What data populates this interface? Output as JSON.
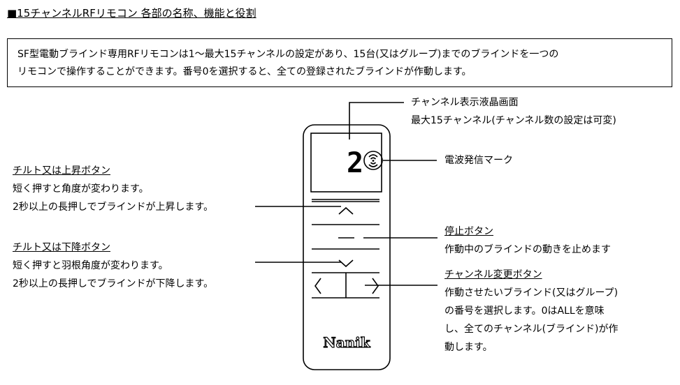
{
  "title": "■15チャンネルRFリモコン 各部の名称、機能と役割",
  "intro": {
    "line1": "SF型電動ブラインド専用RFリモコンは1～最大15チャンネルの設定があり、15台(又はグループ)までのブラインドを一つの",
    "line2": "リモコンで操作することができます。番号0を選択すると、全ての登録されたブラインドが作動します。"
  },
  "remote": {
    "channel_display": "2",
    "logo": "Nanik"
  },
  "annotations": {
    "lcd": {
      "title": "チャンネル表示液晶画面",
      "desc": "最大15チャンネル(チャンネル数の設定は可変)"
    },
    "signal": {
      "title": "電波発信マーク"
    },
    "up": {
      "title": "チルト又は上昇ボタン",
      "line1": "短く押すと角度が変わります。",
      "line2": "2秒以上の長押しでブラインドが上昇します。"
    },
    "down": {
      "title": "チルト又は下降ボタン",
      "line1": "短く押すと羽根角度が変わります。",
      "line2": "2秒以上の長押しでブラインドが下降します。"
    },
    "stop": {
      "title": "停止ボタン",
      "desc": "作動中のブラインドの動きを止めます"
    },
    "channel": {
      "title": "チャンネル変更ボタン",
      "line1": "作動させたいブラインド(又はグループ)",
      "line2": "の番号を選択します。0はALLを意味",
      "line3": "し、全てのチャンネル(ブラインド)が作",
      "line4": "動します。"
    }
  }
}
